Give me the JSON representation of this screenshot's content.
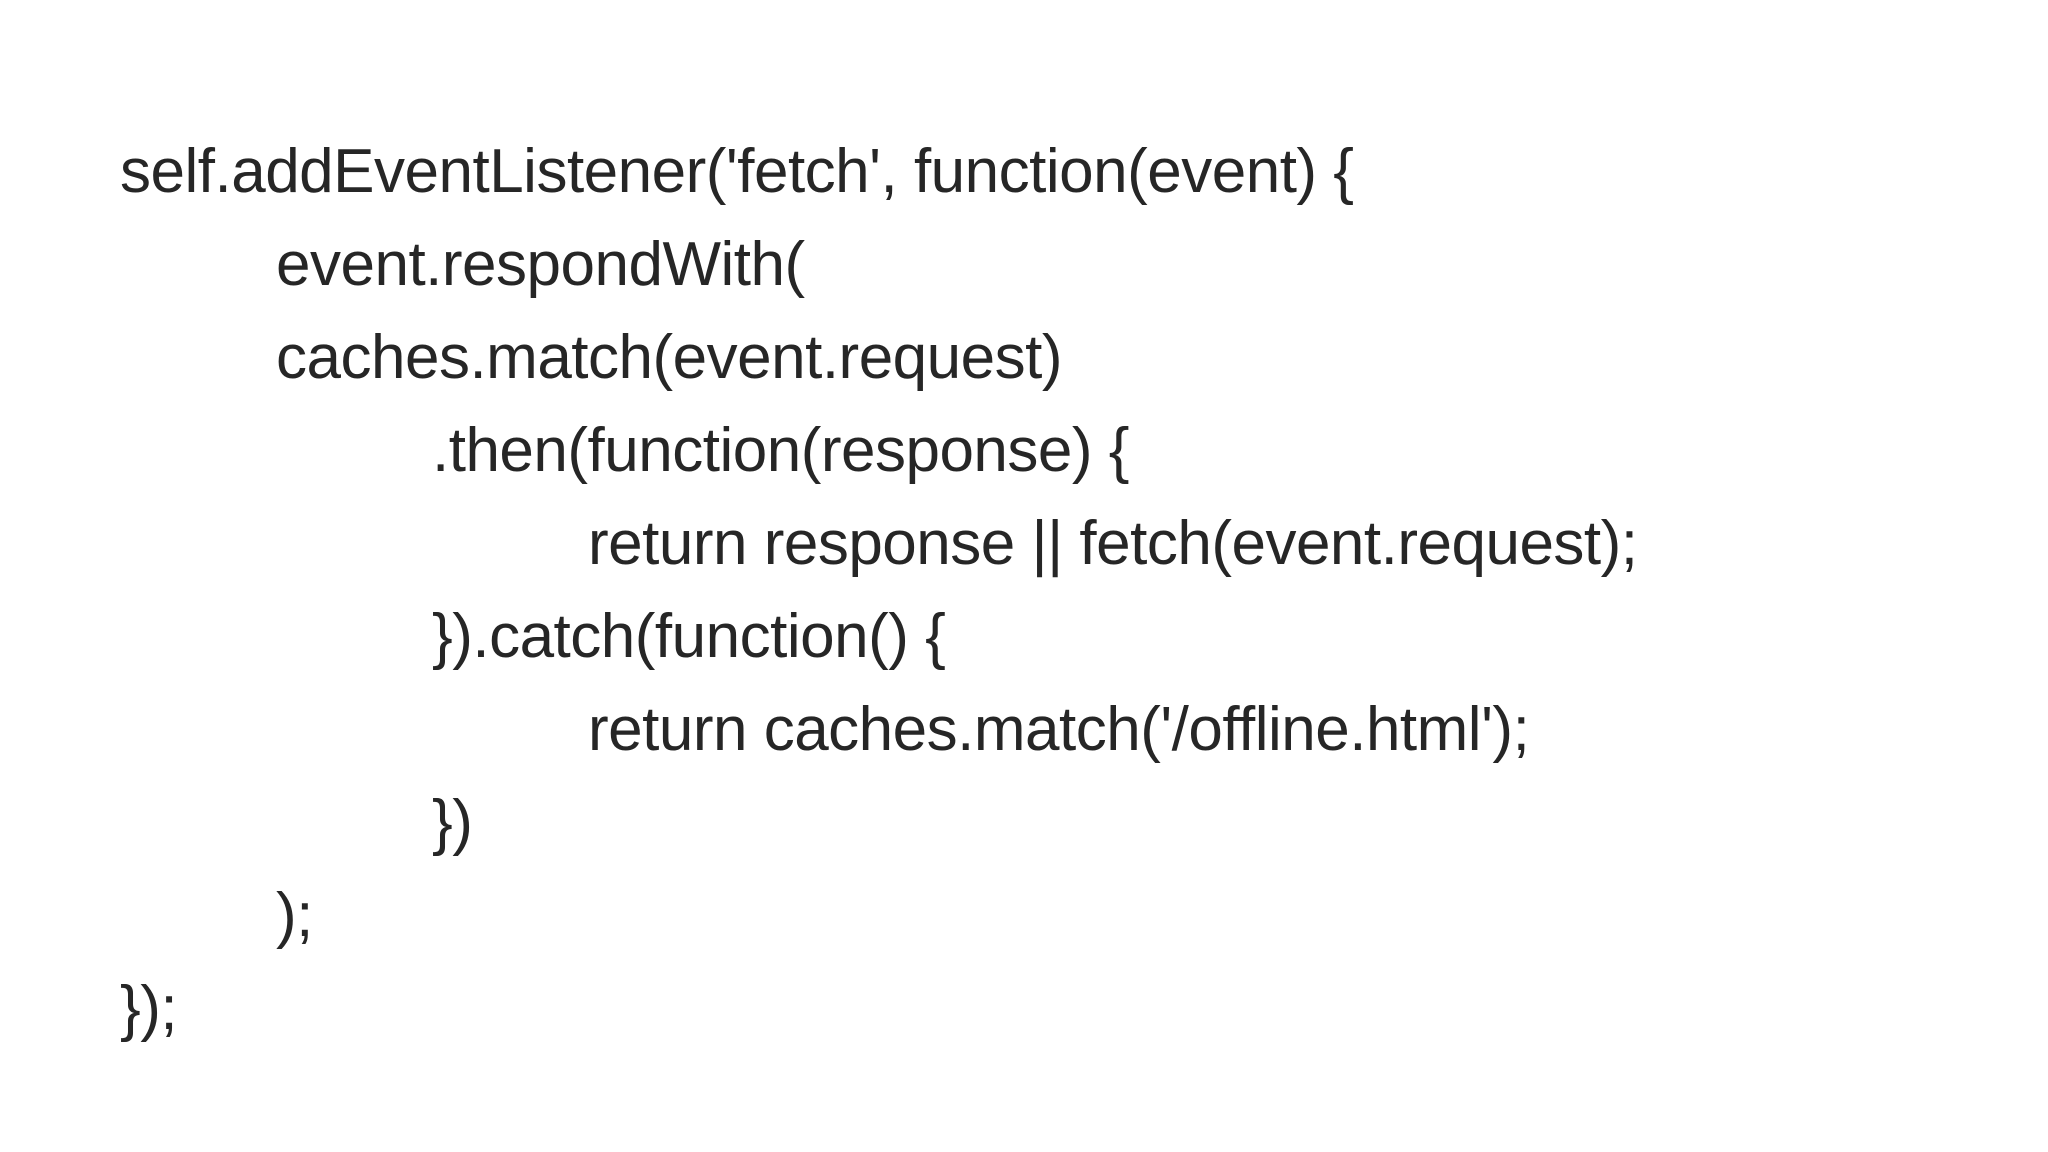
{
  "code": {
    "lines": [
      "self.addEventListener('fetch', function(event) {",
      "event.respondWith(",
      "caches.match(event.request)",
      ".then(function(response) {",
      "return response || fetch(event.request);",
      "}).catch(function() {",
      "return caches.match('/offline.html');",
      "})",
      ");",
      "});"
    ]
  }
}
